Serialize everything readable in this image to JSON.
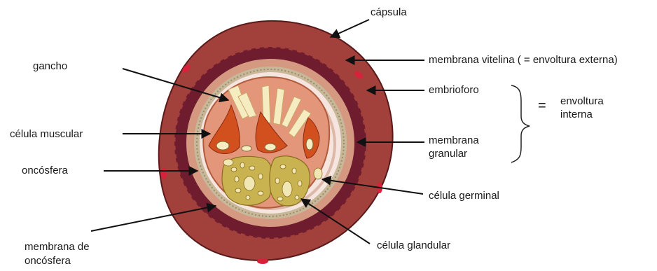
{
  "labels": {
    "capsula": "cápsula",
    "membrana_vitelina": "membrana vitelina ( = envoltura externa)",
    "embrioforo": "embrioforo",
    "envoltura_interna_1": "envoltura",
    "envoltura_interna_2": "interna",
    "equals": "=",
    "membrana_granular_1": "membrana",
    "membrana_granular_2": "granular",
    "celula_germinal": "célula germinal",
    "celula_glandular": "célula glandular",
    "gancho": "gancho",
    "celula_muscular": "célula muscular",
    "oncosfera": "oncósfera",
    "membrana_oncosfera_1": "membrana de",
    "membrana_oncosfera_2": "oncósfera"
  },
  "colors": {
    "capsule": "#a2403c",
    "vitelline_band": "#6e1c2e",
    "embryophore": "#d59880",
    "granular": "#c8b89a",
    "pale_zone": "#f6e4df",
    "oncosphere": "#e3967a",
    "muscle": "#d2501e",
    "hook": "#f5ecc2",
    "gland": "#c9b250",
    "arrow": "#111111"
  }
}
